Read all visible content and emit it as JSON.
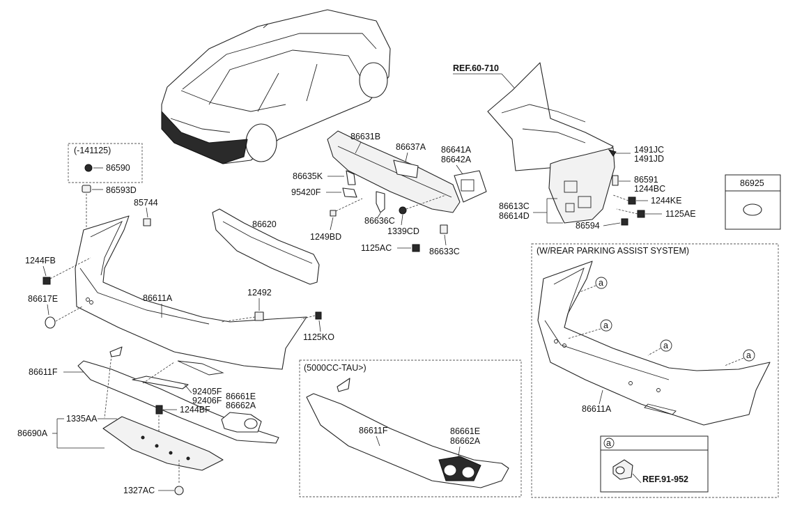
{
  "refs": {
    "ref_body": "REF.60-710",
    "ref_sensor": "REF.91-952"
  },
  "boxes": {
    "period_label": "(-141125)",
    "variant_5000": "(5000CC-TAU>)",
    "parking_assist": "(W/REAR PARKING ASSIST SYSTEM)",
    "legend_code": "86925",
    "marker": "a"
  },
  "labels": {
    "p86590": "86590",
    "p86593D": "86593D",
    "p85744": "85744",
    "p1244FB": "1244FB",
    "p86617E": "86617E",
    "p86611A": "86611A",
    "p12492": "12492",
    "p1125KO": "1125KO",
    "p86620": "86620",
    "p86631B": "86631B",
    "p86637A": "86637A",
    "p86641A": "86641A",
    "p86642A": "86642A",
    "p86635K": "86635K",
    "p95420F": "95420F",
    "p1249BD": "1249BD",
    "p86636C": "86636C",
    "p1339CD": "1339CD",
    "p1125AC": "1125AC",
    "p86633C": "86633C",
    "p1491JC": "1491JC",
    "p1491JD": "1491JD",
    "p86591": "86591",
    "p1244BC": "1244BC",
    "p1244KE": "1244KE",
    "p86613C": "86613C",
    "p86614D": "86614D",
    "p1125AE": "1125AE",
    "p86594": "86594",
    "p86611F": "86611F",
    "p92405F": "92405F",
    "p92406F": "92406F",
    "p86661E": "86661E",
    "p86662A": "86662A",
    "p1244BF": "1244BF",
    "p1335AA": "1335AA",
    "p86690A": "86690A",
    "p1327AC": "1327AC",
    "p86611F_b": "86611F",
    "p86661E_b": "86661E",
    "p86662A_b": "86662A",
    "p86611A_b": "86611A"
  }
}
